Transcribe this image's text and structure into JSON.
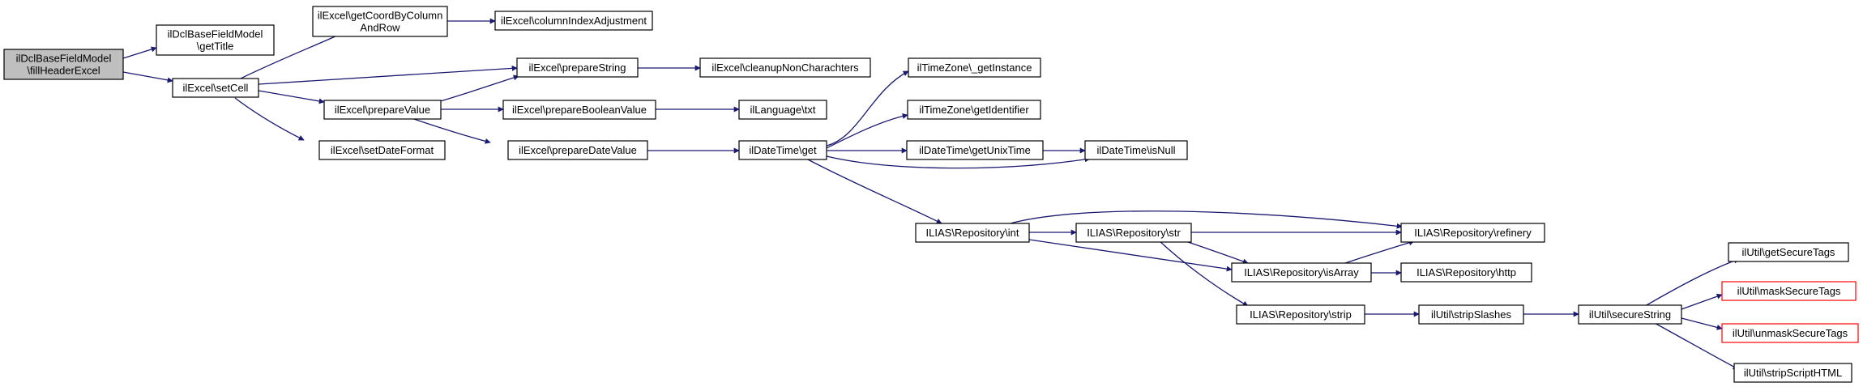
{
  "colors": {
    "edge": "#191970",
    "root_fill": "#bfbfbf",
    "highlight_border": "#ff0000"
  },
  "nodes": {
    "root": {
      "lines": [
        "ilDclBaseFieldModel",
        "\\fillHeaderExcel"
      ],
      "root": true
    },
    "gettitle": {
      "lines": [
        "ilDclBaseFieldModel",
        "\\getTitle"
      ]
    },
    "setcell": {
      "lines": [
        "ilExcel\\setCell"
      ]
    },
    "getcoord": {
      "lines": [
        "ilExcel\\getCoordByColumn",
        "AndRow"
      ]
    },
    "colidx": {
      "lines": [
        "ilExcel\\columnIndexAdjustment"
      ]
    },
    "prepstr": {
      "lines": [
        "ilExcel\\prepareString"
      ]
    },
    "cleanup": {
      "lines": [
        "ilExcel\\cleanupNonCharachters"
      ]
    },
    "prepval": {
      "lines": [
        "ilExcel\\prepareValue"
      ]
    },
    "prepbool": {
      "lines": [
        "ilExcel\\prepareBooleanValue"
      ]
    },
    "langtxt": {
      "lines": [
        "ilLanguage\\txt"
      ]
    },
    "setdatefmt": {
      "lines": [
        "ilExcel\\setDateFormat"
      ]
    },
    "prepdate": {
      "lines": [
        "ilExcel\\prepareDateValue"
      ]
    },
    "dtget": {
      "lines": [
        "ilDateTime\\get"
      ]
    },
    "tzinst": {
      "lines": [
        "ilTimeZone\\_getInstance"
      ]
    },
    "tzid": {
      "lines": [
        "ilTimeZone\\getIdentifier"
      ]
    },
    "unixtime": {
      "lines": [
        "ilDateTime\\getUnixTime"
      ]
    },
    "isnull": {
      "lines": [
        "ilDateTime\\isNull"
      ]
    },
    "repoint": {
      "lines": [
        "ILIAS\\Repository\\int"
      ]
    },
    "repostr": {
      "lines": [
        "ILIAS\\Repository\\str"
      ]
    },
    "reporef": {
      "lines": [
        "ILIAS\\Repository\\refinery"
      ]
    },
    "repoisarr": {
      "lines": [
        "ILIAS\\Repository\\isArray"
      ]
    },
    "repohttp": {
      "lines": [
        "ILIAS\\Repository\\http"
      ]
    },
    "repostrip": {
      "lines": [
        "ILIAS\\Repository\\strip"
      ]
    },
    "stripsl": {
      "lines": [
        "ilUtil\\stripSlashes"
      ]
    },
    "securestr": {
      "lines": [
        "ilUtil\\secureString"
      ]
    },
    "getsectags": {
      "lines": [
        "ilUtil\\getSecureTags"
      ]
    },
    "masksec": {
      "lines": [
        "ilUtil\\maskSecureTags"
      ],
      "red": true
    },
    "unmasksec": {
      "lines": [
        "ilUtil\\unmaskSecureTags"
      ],
      "red": true
    },
    "stripscript": {
      "lines": [
        "ilUtil\\stripScriptHTML"
      ]
    }
  }
}
